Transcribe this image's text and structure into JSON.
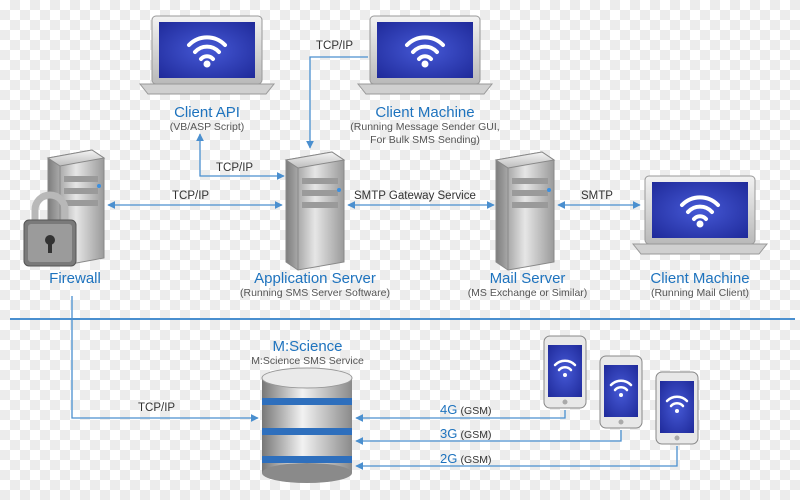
{
  "nodes": {
    "client_api": {
      "title": "Client API",
      "subtitle": "(VB/ASP Script)"
    },
    "client_machine_top": {
      "title": "Client Machine",
      "subtitle_1": "(Running Message Sender GUI,",
      "subtitle_2": "For Bulk SMS Sending)"
    },
    "firewall": {
      "title": "Firewall"
    },
    "app_server": {
      "title": "Application Server",
      "subtitle": "(Running SMS Server Software)"
    },
    "mail_server": {
      "title": "Mail Server",
      "subtitle": "(MS Exchange or Similar)"
    },
    "client_machine_right": {
      "title": "Client Machine",
      "subtitle": "(Running Mail Client)"
    },
    "mscience": {
      "title": "M:Science",
      "subtitle": "M:Science SMS Service"
    }
  },
  "edges": {
    "top_tcpip": "TCP/IP",
    "api_tcpip": "TCP/IP",
    "firewall_tcpip": "TCP/IP",
    "smtp_gateway": "SMTP Gateway Service",
    "smtp": "SMTP",
    "bottom_tcpip": "TCP/IP",
    "net_4g": "4G",
    "net_4g_sub": "(GSM)",
    "net_3g": "3G",
    "net_3g_sub": "(GSM)",
    "net_2g": "2G",
    "net_2g_sub": "(GSM)"
  },
  "colors": {
    "accent": "#1e73be",
    "line": "#4a8fcf",
    "screen": "#2e3cb0"
  }
}
